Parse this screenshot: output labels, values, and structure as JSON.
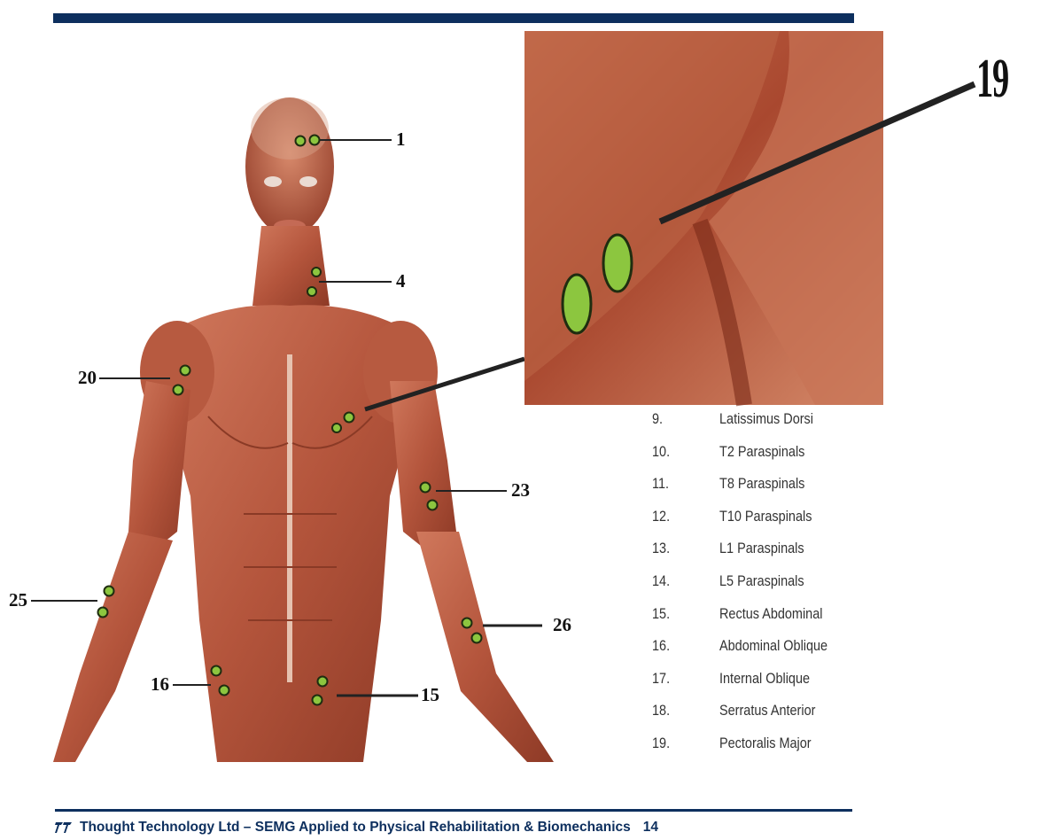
{
  "slide": {
    "callouts": {
      "c1": "1",
      "c4": "4",
      "c20": "20",
      "c23": "23",
      "c25": "25",
      "c26": "26",
      "c16": "16",
      "c15": "15",
      "c19": "19"
    },
    "legend": [
      {
        "num": "9.",
        "name": "Latissimus Dorsi"
      },
      {
        "num": "10.",
        "name": "T2 Paraspinals"
      },
      {
        "num": "11.",
        "name": "T8 Paraspinals"
      },
      {
        "num": "12.",
        "name": "T10 Paraspinals"
      },
      {
        "num": "13.",
        "name": "L1 Paraspinals"
      },
      {
        "num": "14.",
        "name": "L5 Paraspinals"
      },
      {
        "num": "15.",
        "name": "Rectus Abdominal"
      },
      {
        "num": "16.",
        "name": "Abdominal Oblique"
      },
      {
        "num": "17.",
        "name": "Internal Oblique"
      },
      {
        "num": "18.",
        "name": "Serratus Anterior"
      },
      {
        "num": "19.",
        "name": "Pectoralis Major"
      }
    ],
    "footer": {
      "text": "Thought Technology Ltd – SEMG Applied to Physical Rehabilitation & Biomechanics",
      "page": "14"
    },
    "colors": {
      "accent": "#0d2f5e",
      "electrode": "#8cc63f",
      "muscle": "#b4553c"
    }
  }
}
